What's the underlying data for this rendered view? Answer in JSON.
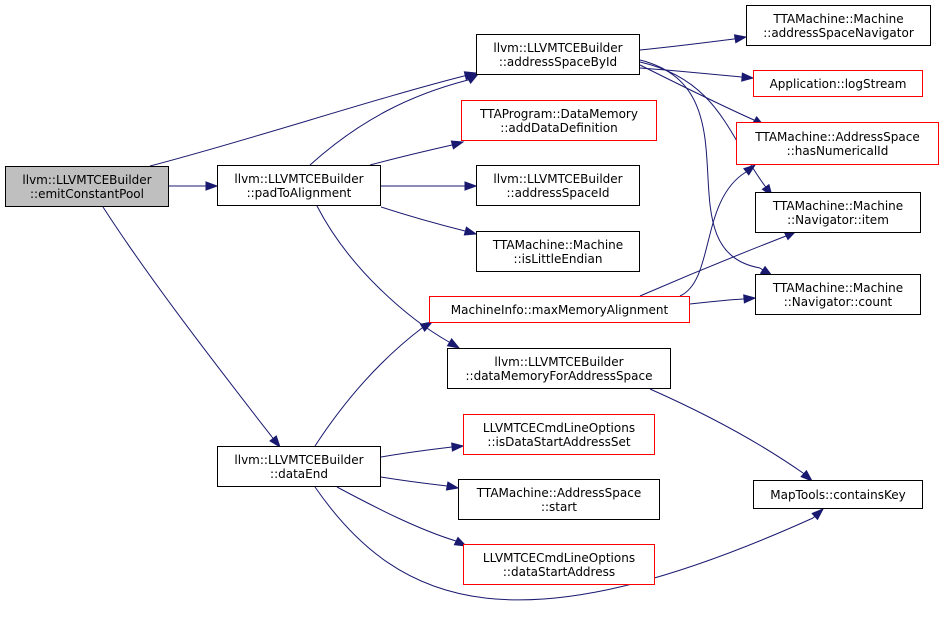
{
  "graph": {
    "nodes": [
      {
        "id": "emit",
        "lines": [
          "llvm::LLVMTCEBuilder",
          "::emitConstantPool"
        ],
        "style": "focus"
      },
      {
        "id": "pad",
        "lines": [
          "llvm::LLVMTCEBuilder",
          "::padToAlignment"
        ],
        "style": "black"
      },
      {
        "id": "dataend",
        "lines": [
          "llvm::LLVMTCEBuilder",
          "::dataEnd"
        ],
        "style": "black"
      },
      {
        "id": "asbyid",
        "lines": [
          "llvm::LLVMTCEBuilder",
          "::addressSpaceById"
        ],
        "style": "black"
      },
      {
        "id": "adddata",
        "lines": [
          "TTAProgram::DataMemory",
          "::addDataDefinition"
        ],
        "style": "red"
      },
      {
        "id": "asid",
        "lines": [
          "llvm::LLVMTCEBuilder",
          "::addressSpaceId"
        ],
        "style": "black"
      },
      {
        "id": "little",
        "lines": [
          "TTAMachine::Machine",
          "::isLittleEndian"
        ],
        "style": "black"
      },
      {
        "id": "maxalign",
        "lines": [
          "MachineInfo::maxMemoryAlignment"
        ],
        "style": "red"
      },
      {
        "id": "dmfas",
        "lines": [
          "llvm::LLVMTCEBuilder",
          "::dataMemoryForAddressSpace"
        ],
        "style": "black"
      },
      {
        "id": "isdss",
        "lines": [
          "LLVMTCECmdLineOptions",
          "::isDataStartAddressSet"
        ],
        "style": "red"
      },
      {
        "id": "asstart",
        "lines": [
          "TTAMachine::AddressSpace",
          "::start"
        ],
        "style": "black"
      },
      {
        "id": "dsa",
        "lines": [
          "LLVMTCECmdLineOptions",
          "::dataStartAddress"
        ],
        "style": "red"
      },
      {
        "id": "asnav",
        "lines": [
          "TTAMachine::Machine",
          "::addressSpaceNavigator"
        ],
        "style": "black"
      },
      {
        "id": "logstream",
        "lines": [
          "Application::logStream"
        ],
        "style": "red"
      },
      {
        "id": "hasnum",
        "lines": [
          "TTAMachine::AddressSpace",
          "::hasNumericalId"
        ],
        "style": "red"
      },
      {
        "id": "navitem",
        "lines": [
          "TTAMachine::Machine",
          "::Navigator::item"
        ],
        "style": "black"
      },
      {
        "id": "navcount",
        "lines": [
          "TTAMachine::Machine",
          "::Navigator::count"
        ],
        "style": "black"
      },
      {
        "id": "containskey",
        "lines": [
          "MapTools::containsKey"
        ],
        "style": "black"
      }
    ],
    "edges": [
      [
        "emit",
        "pad"
      ],
      [
        "emit",
        "asbyid"
      ],
      [
        "emit",
        "dataend"
      ],
      [
        "pad",
        "asbyid"
      ],
      [
        "pad",
        "adddata"
      ],
      [
        "pad",
        "asid"
      ],
      [
        "pad",
        "little"
      ],
      [
        "pad",
        "dmfas"
      ],
      [
        "asbyid",
        "asnav"
      ],
      [
        "asbyid",
        "logstream"
      ],
      [
        "asbyid",
        "hasnum"
      ],
      [
        "asbyid",
        "navitem"
      ],
      [
        "asbyid",
        "navcount"
      ],
      [
        "maxalign",
        "hasnum"
      ],
      [
        "maxalign",
        "navitem"
      ],
      [
        "maxalign",
        "navcount"
      ],
      [
        "dmfas",
        "containskey"
      ],
      [
        "dataend",
        "maxalign"
      ],
      [
        "dataend",
        "isdss"
      ],
      [
        "dataend",
        "asstart"
      ],
      [
        "dataend",
        "dsa"
      ],
      [
        "dataend",
        "containskey"
      ]
    ],
    "colors": {
      "edge": "#191970",
      "focus_fill": "#bfbfbf",
      "red_border": "#ff0000",
      "black_border": "#000000"
    }
  }
}
